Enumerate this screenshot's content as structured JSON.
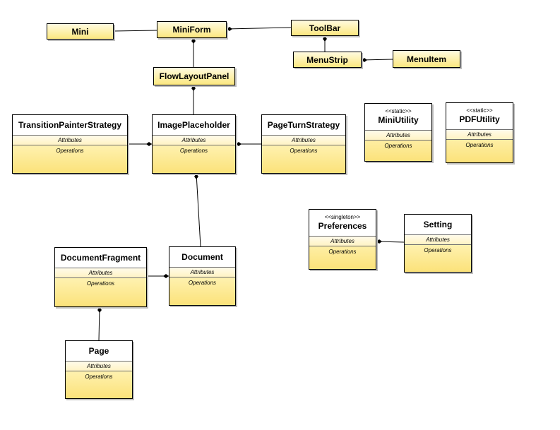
{
  "simple_classes": {
    "mini": "Mini",
    "miniform": "MiniForm",
    "toolbar": "ToolBar",
    "menustrip": "MenuStrip",
    "menuitem": "MenuItem",
    "flowlayoutpanel": "FlowLayoutPanel"
  },
  "classes": {
    "transitionpainterstrategy": {
      "name": "TransitionPainterStrategy",
      "attributes": "Attributes",
      "operations": "Operations"
    },
    "imageplaceholder": {
      "name": "ImagePlaceholder",
      "attributes": "Attributes",
      "operations": "Operations"
    },
    "pageturnstrategy": {
      "name": "PageTurnStrategy",
      "attributes": "Attributes",
      "operations": "Operations"
    },
    "miniutility": {
      "stereotype": "<<static>>",
      "name": "MiniUtility",
      "attributes": "Attributes",
      "operations": "Operations"
    },
    "pdfutility": {
      "stereotype": "<<static>>",
      "name": "PDFUtility",
      "attributes": "Attributes",
      "operations": "Operations"
    },
    "preferences": {
      "stereotype": "<<singleton>>",
      "name": "Preferences",
      "attributes": "Attributes",
      "operations": "Operations"
    },
    "setting": {
      "name": "Setting",
      "attributes": "Attributes",
      "operations": "Operations"
    },
    "documentfragment": {
      "name": "DocumentFragment",
      "attributes": "Attributes",
      "operations": "Operations"
    },
    "document": {
      "name": "Document",
      "attributes": "Attributes",
      "operations": "Operations"
    },
    "page": {
      "name": "Page",
      "attributes": "Attributes",
      "operations": "Operations"
    }
  },
  "relationships": [
    {
      "type": "association",
      "from": "Mini",
      "to": "MiniForm"
    },
    {
      "type": "composition",
      "whole": "MiniForm",
      "part": "ToolBar"
    },
    {
      "type": "composition",
      "whole": "MiniForm",
      "part": "FlowLayoutPanel"
    },
    {
      "type": "composition",
      "whole": "ToolBar",
      "part": "MenuStrip"
    },
    {
      "type": "composition",
      "whole": "MenuStrip",
      "part": "MenuItem"
    },
    {
      "type": "composition",
      "whole": "FlowLayoutPanel",
      "part": "ImagePlaceholder"
    },
    {
      "type": "composition",
      "whole": "ImagePlaceholder",
      "part": "TransitionPainterStrategy"
    },
    {
      "type": "composition",
      "whole": "ImagePlaceholder",
      "part": "PageTurnStrategy"
    },
    {
      "type": "composition",
      "whole": "ImagePlaceholder",
      "part": "Document"
    },
    {
      "type": "composition",
      "whole": "Document",
      "part": "DocumentFragment"
    },
    {
      "type": "composition",
      "whole": "DocumentFragment",
      "part": "Page"
    },
    {
      "type": "composition",
      "whole": "Preferences",
      "part": "Setting"
    }
  ],
  "colors": {
    "fill_top": "#fffef5",
    "fill_bottom": "#fbe27a",
    "line": "#000000"
  }
}
